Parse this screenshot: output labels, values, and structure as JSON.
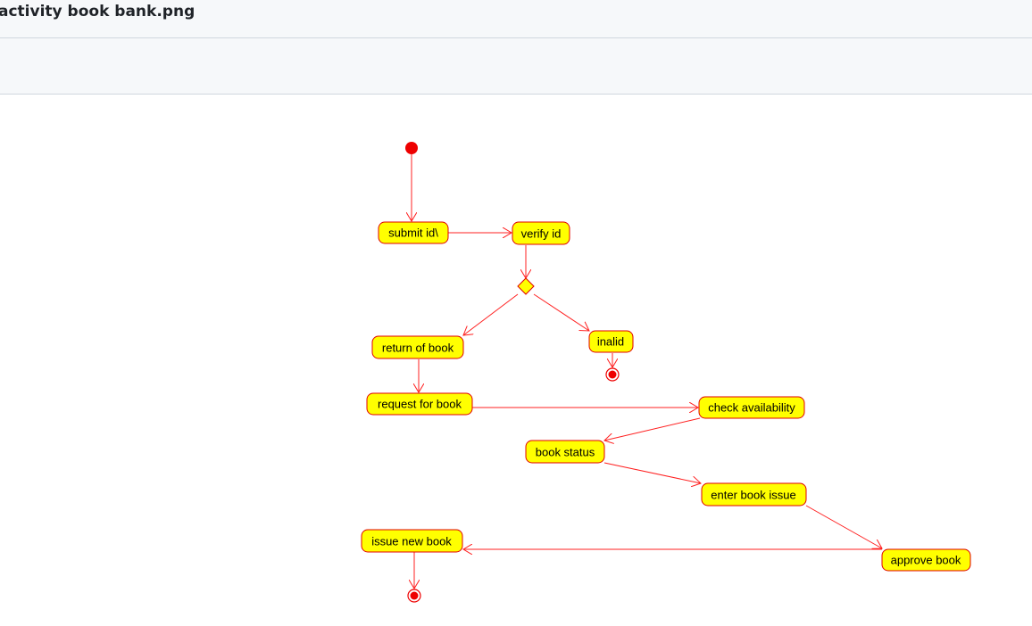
{
  "window": {
    "title": "activity book bank.png"
  },
  "diagram": {
    "colors": {
      "action_fill": "#ffff00",
      "stroke": "#e00000",
      "arrow": "#ff2020",
      "initial": "#ee0000"
    },
    "actions": {
      "submit_id": "submit id\\",
      "verify_id": "verify id",
      "return_of_book": "return of book",
      "inalid": "inalid",
      "request_for_book": "request for book",
      "check_availability": "check availability",
      "book_status": "book status",
      "enter_book_issue": "enter book issue",
      "issue_new_book": "issue new book",
      "approve_book": "approve book"
    }
  }
}
